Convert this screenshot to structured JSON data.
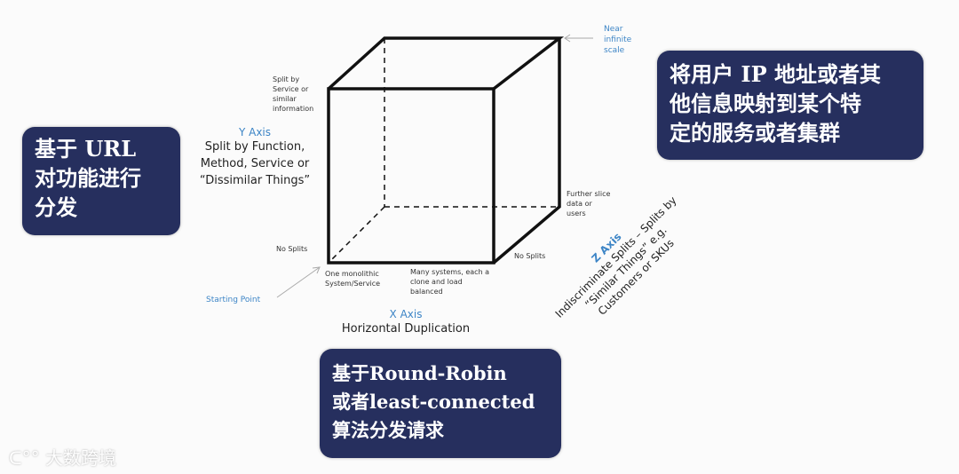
{
  "cube": {
    "near_infinite_scale": "Near infinite scale",
    "split_by_service": "Split by Service or similar information",
    "no_splits_y": "No Splits",
    "starting_point": "Starting Point",
    "one_monolithic": "One monolithic System/Service",
    "many_systems": "Many systems, each a clone and load balanced",
    "no_splits_z": "No Splits",
    "further_slice": "Further slice data or users"
  },
  "y_axis": {
    "title": "Y Axis",
    "lines": [
      "Split by Function,",
      "Method, Service or",
      "“Dissimilar Things”"
    ]
  },
  "x_axis": {
    "title": "X Axis",
    "desc": "Horizontal Duplication"
  },
  "z_axis": {
    "title": "Z Axis",
    "lines": [
      "Indiscriminate Splits – Splits by",
      "“Similar Things” e.g.",
      "Customers or SKUs"
    ]
  },
  "callouts": {
    "left": [
      "基于 URL",
      "对功能进行",
      "分发"
    ],
    "right": [
      "将用户 IP 地址或者其",
      "他信息映射到某个特",
      "定的服务或者集群"
    ],
    "bottom": [
      "基于Round-Robin",
      "或者least-connected",
      "算法分发请求"
    ]
  },
  "watermark": {
    "logo": "大数跨境"
  },
  "colors": {
    "callout_bg": "#262f5e",
    "axis_blue": "#3d85c6"
  }
}
